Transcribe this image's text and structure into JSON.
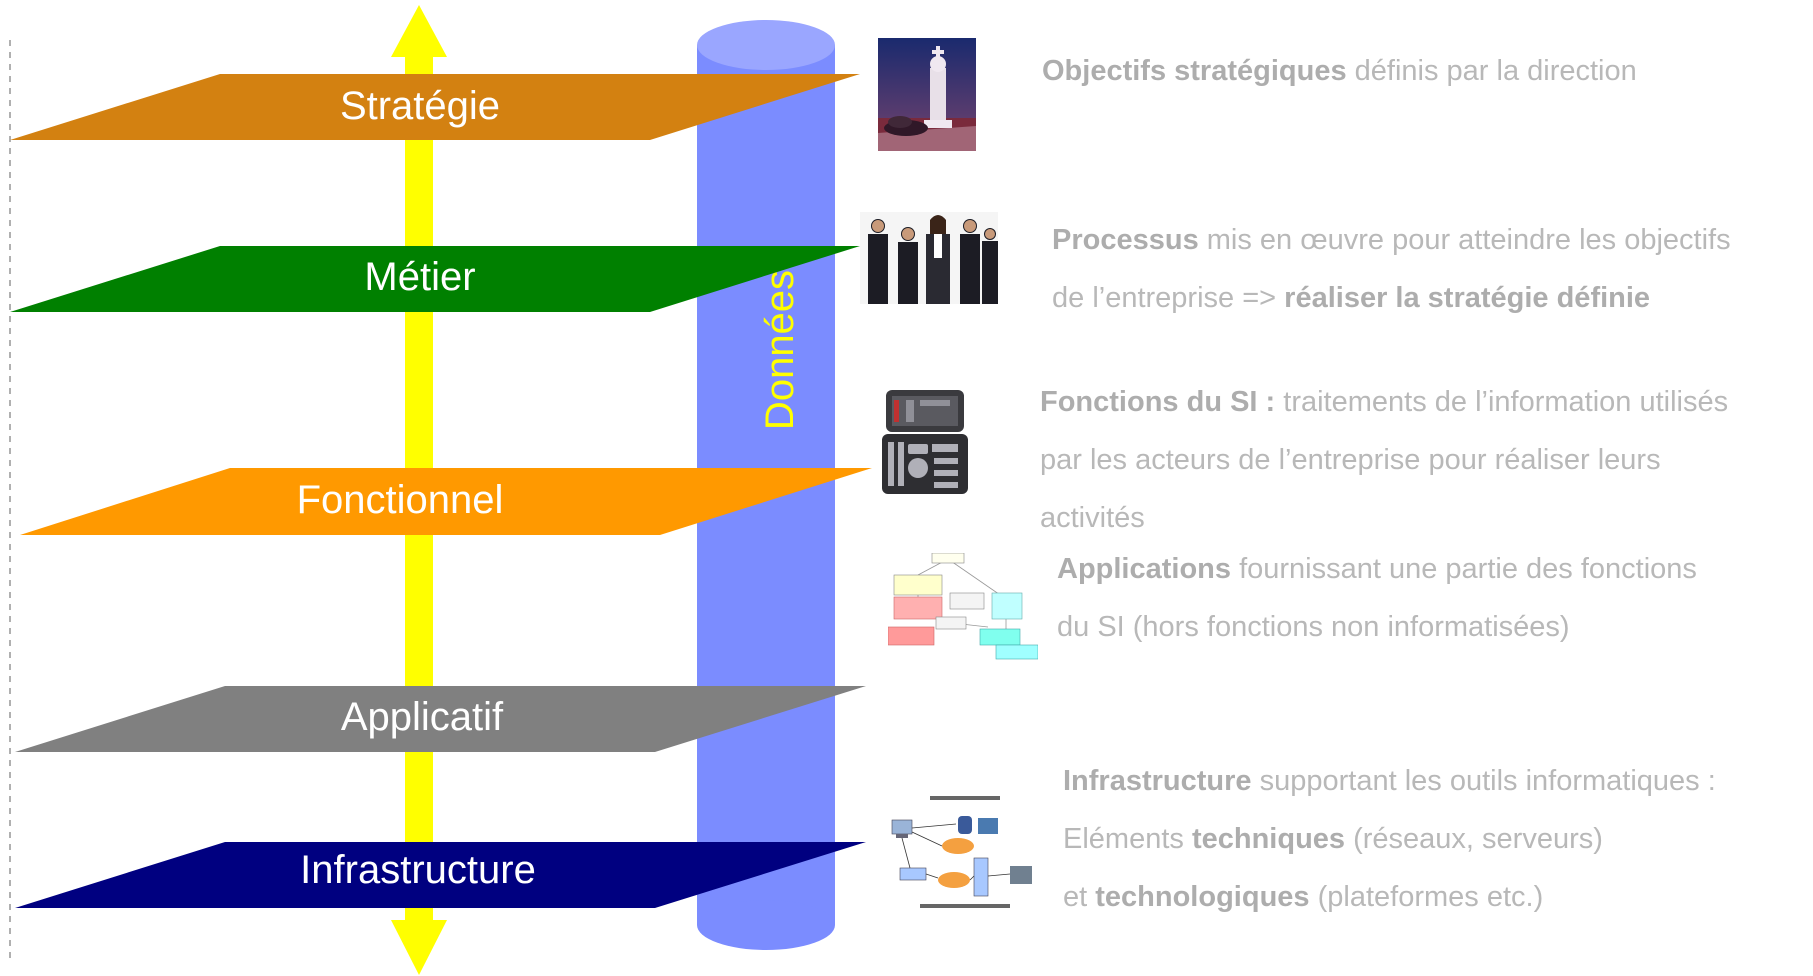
{
  "layers": [
    {
      "label": "Stratégie",
      "color": "#d38111"
    },
    {
      "label": "Métier",
      "color": "#008000"
    },
    {
      "label": "Fonctionnel",
      "color": "#ff9900"
    },
    {
      "label": "Applicatif",
      "color": "#808080"
    },
    {
      "label": "Infrastructure",
      "color": "#000080"
    }
  ],
  "data_column": {
    "label": "Données",
    "color": "#7b8cff",
    "top_color": "#9aa6ff"
  },
  "arrow_color": "#ffff00",
  "descriptions": {
    "strategie": {
      "bold1": "Objectifs stratégiques",
      "text1": " définis par la direction"
    },
    "metier": {
      "bold1": "Processus",
      "text1": " mis en œuvre pour atteindre les objectifs",
      "text2": "de l’entreprise => ",
      "bold2": "réaliser la stratégie définie"
    },
    "fonctionnel": {
      "bold1": "Fonctions du SI : ",
      "text1": "traitements de l’information utilisés",
      "text2": "par les acteurs de l’entreprise pour réaliser leurs",
      "text3": "activités"
    },
    "applicatif": {
      "bold1": "Applications",
      "text1": " fournissant une partie des fonctions",
      "text2": "du SI (hors fonctions non informatisées)"
    },
    "infrastructure": {
      "bold1": "Infrastructure",
      "text1": " supportant les outils informatiques :",
      "text2a": "Eléments ",
      "bold2": "techniques",
      "text2b": " (réseaux, serveurs)",
      "text3a": "et ",
      "bold3": "technologiques",
      "text3b": " (plateformes etc.)"
    }
  },
  "images": {
    "strategie": {
      "icon": "chess-icon"
    },
    "metier": {
      "icon": "business-people-icon"
    },
    "fonctionnel": {
      "icon": "toolbox-icon"
    },
    "applicatif": {
      "icon": "uml-diagram-icon"
    },
    "infrastructure": {
      "icon": "network-diagram-icon"
    }
  }
}
